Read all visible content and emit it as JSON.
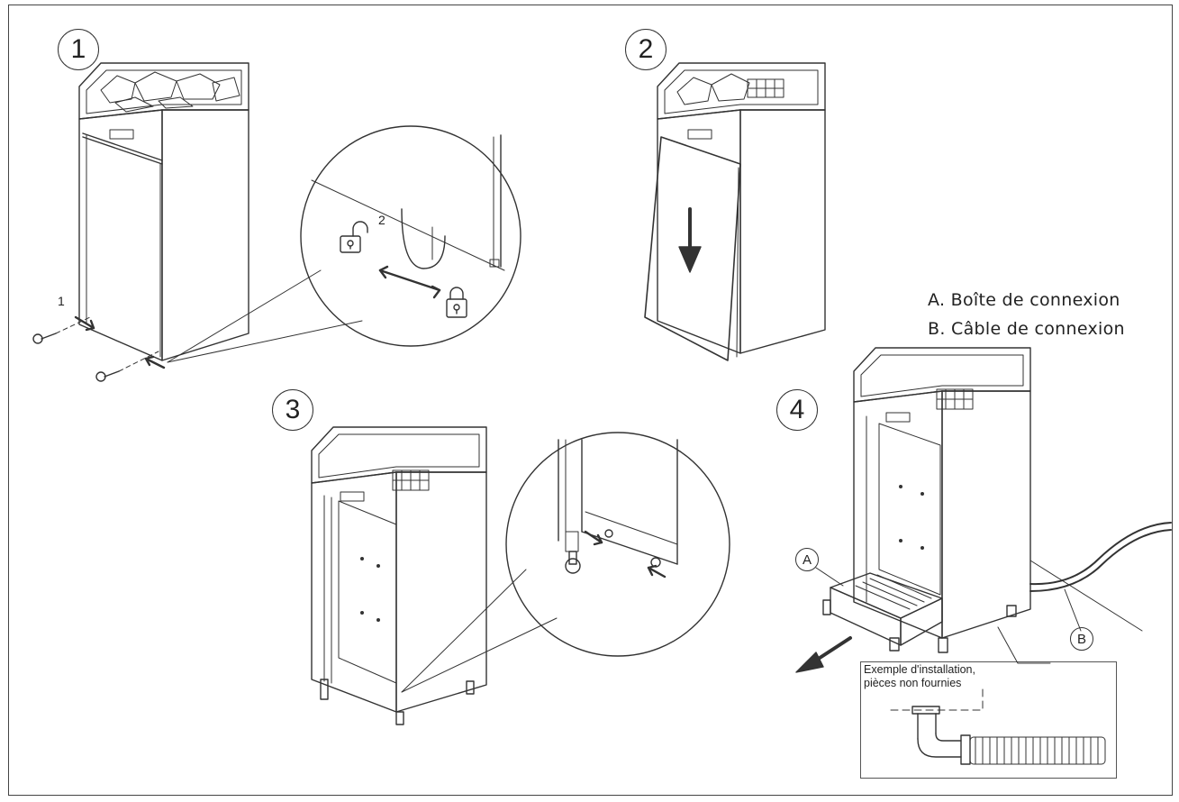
{
  "steps": {
    "step1": "1",
    "step2": "2",
    "step3": "3",
    "step4": "4"
  },
  "step1_callouts": {
    "screw_label": "1",
    "unlock_label": "2"
  },
  "legend": {
    "a": "A. Boîte de connexion",
    "b": "B. Câble de connexion"
  },
  "markers": {
    "a": "A",
    "b": "B"
  },
  "inset": {
    "line1": "Exemple d'installation,",
    "line2": "pièces non fournies"
  },
  "icons": [
    "unlocked-padlock-icon",
    "locked-padlock-icon",
    "arrow-icon"
  ],
  "colors": {
    "line": "#333333",
    "background": "#ffffff"
  }
}
